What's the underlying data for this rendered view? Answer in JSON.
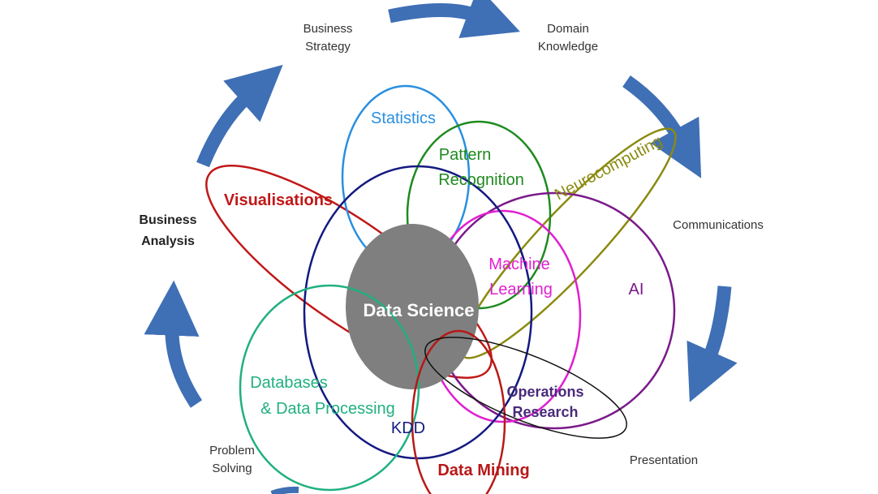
{
  "cycle_labels": {
    "business_strategy": [
      "Business",
      "Strategy"
    ],
    "domain_knowledge": [
      "Domain",
      "Knowledge"
    ],
    "communications": "Communications",
    "presentation": "Presentation",
    "problem_solving": [
      "Problem",
      "Solving"
    ],
    "business_analysis": [
      "Business",
      "Analysis"
    ]
  },
  "field_labels": {
    "statistics": "Statistics",
    "pattern_recognition": [
      "Pattern",
      "Recognition"
    ],
    "neurocomputing": "Neurocomputing",
    "visualisations": "Visualisations",
    "machine_learning": [
      "Machine",
      "Learning"
    ],
    "ai": "AI",
    "data_science": "Data Science",
    "databases": [
      "Databases",
      "& Data Processing"
    ],
    "kdd": "KDD",
    "operations_research": [
      "Operations",
      "Research"
    ],
    "data_mining": "Data Mining"
  },
  "colors": {
    "arrow": "#3f6fb5",
    "statistics": "#2a8fe0",
    "pattern_recognition": "#1f8a1f",
    "neurocomputing": "#8a8a10",
    "visualisations": "#c01818",
    "machine_learning": "#e020d0",
    "ai": "#7a1a8a",
    "data_science_fill": "#7f7f7f",
    "databases": "#20b080",
    "kdd": "#141a80",
    "operations_research": "#111111",
    "operations_research_text": "#4a2a7a",
    "data_mining": "#b81818"
  }
}
